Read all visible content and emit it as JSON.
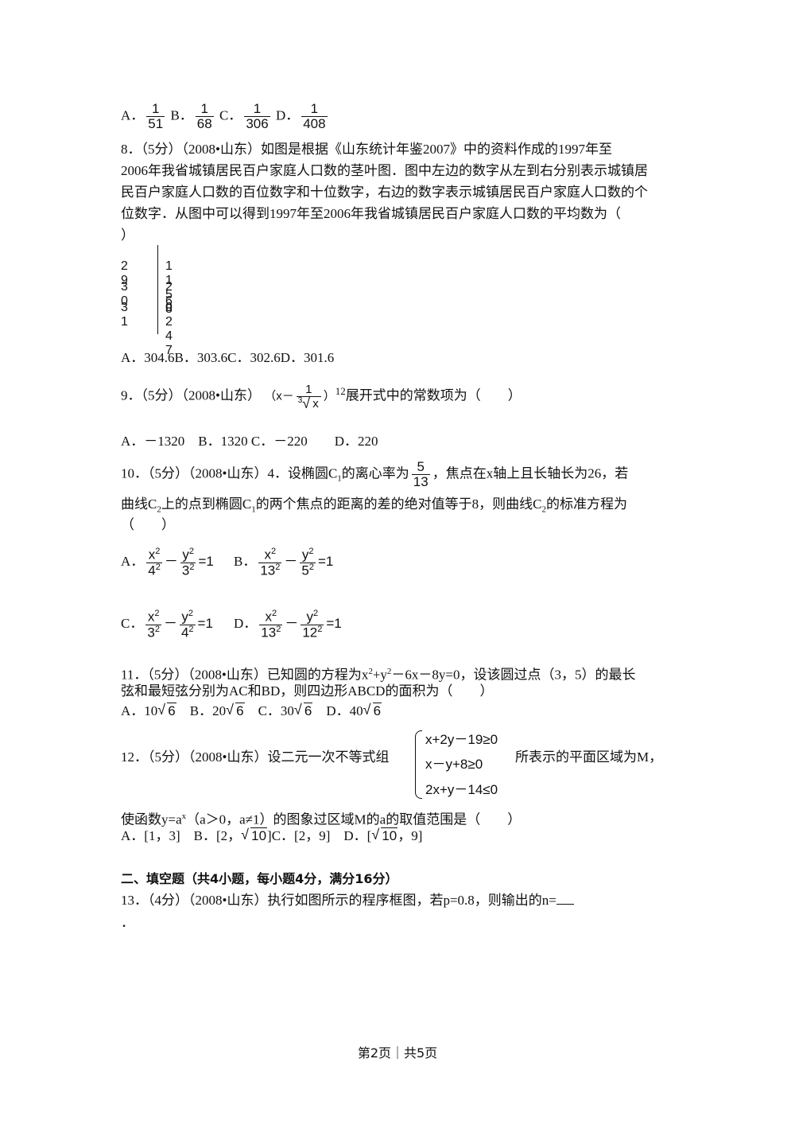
{
  "q7_options": {
    "a_label": "A．",
    "a_num": "1",
    "a_den": "51",
    "b_label": "B．",
    "b_num": "1",
    "b_den": "68",
    "c_label": "C．",
    "c_num": "1",
    "c_den": "306",
    "d_label": "D．",
    "d_num": "1",
    "d_den": "408"
  },
  "q8": {
    "line1": "8．（5分）（2008•山东）如图是根据《山东统计年鉴2007》中的资料作成的1997年至",
    "line2": "2006年我省城镇居民百户家庭人口数的茎叶图．图中左边的数字从左到右分别表示城镇居",
    "line3": "民百户家庭人口数的百位数字和十位数字，右边的数字表示城镇居民百户家庭人口数的个",
    "line4": "位数字．从图中可以得到1997年至2006年我省城镇居民百户家庭人口数的平均数为（",
    "line5": "）",
    "stem_rows": [
      {
        "stem": "2 9",
        "leaves": "1 1 5 8"
      },
      {
        "stem": "3 0",
        "leaves": "2 6"
      },
      {
        "stem": "3 1",
        "leaves": "0 2 4 7"
      }
    ],
    "options": "A．304.6B．303.6C．302.6D．301.6"
  },
  "q9": {
    "prefix": "9．（5分）（2008•山东）",
    "expr_open": "（x－",
    "frac_num": "1",
    "root_index": "3",
    "root_arg": "x",
    "expr_close": "）",
    "exponent": "12",
    "suffix": "展开式中的常数项为（　　）",
    "options": "A．－1320　B．1320 C．－220　　D．220"
  },
  "q10": {
    "line1_a": "10．（5分）（2008•山东）4．设椭圆C",
    "sub1": "1",
    "line1_b": "的离心率为",
    "ecc_num": "5",
    "ecc_den": "13",
    "line1_c": "，焦点在x轴上且长轴长为26，若",
    "line2_a": "曲线C",
    "sub2": "2",
    "line2_b": "上的点到椭圆C",
    "sub3": "1",
    "line2_c": "的两个焦点的距离的差的绝对值等于8，则曲线C",
    "sub4": "2",
    "line2_d": "的标准方程为",
    "line3": "（　　）",
    "opt_a_label": "A．",
    "opt_a": {
      "xn": "x",
      "xd": "4",
      "yn": "y",
      "yd": "3"
    },
    "opt_b_label": "B．",
    "opt_b": {
      "xn": "x",
      "xd": "13",
      "yn": "y",
      "yd": "5"
    },
    "opt_c_label": "C．",
    "opt_c": {
      "xn": "x",
      "xd": "3",
      "yn": "y",
      "yd": "4"
    },
    "opt_d_label": "D．",
    "opt_d": {
      "xn": "x",
      "xd": "13",
      "yn": "y",
      "yd": "12"
    },
    "sq": "2",
    "minus": "－",
    "eq": "=1"
  },
  "q11": {
    "line1_a": "11．（5分）（2008•山东）已知圆的方程为x",
    "sup1": "2",
    "line1_b": "+y",
    "sup2": "2",
    "line1_c": "－6x－8y=0，设该圆过点（3，5）的最长",
    "line2": "弦和最短弦分别为AC和BD，则四边形ABCD的面积为（　　）",
    "opt_a": "A．10",
    "opt_b": "B．20",
    "opt_c": "C．30",
    "opt_d": "D．40",
    "root_arg": "6"
  },
  "q12": {
    "prefix": "12．（5分）（2008•山东）设二元一次不等式组",
    "ineq1": "x+2y－19≥0",
    "ineq2": "x－y+8≥0",
    "ineq3": "2x+y－14≤0",
    "suffix": "所表示的平面区域为M，",
    "line2_a": "使函数y=a",
    "sup": "x",
    "line2_b": "（a＞0，a≠1）的图象过区域M的a的取值范围是（　　）",
    "opt_a": "A．[1，3]",
    "opt_b_a": "B．[2，",
    "opt_b_b": "]C．[2，9]",
    "opt_d_a": "D．[",
    "opt_d_b": "，9]",
    "root_arg": "10"
  },
  "section2": "二、填空题（共4小题，每小题4分，满分16分）",
  "q13": {
    "line1": "13．（4分）（2008•山东）执行如图所示的程序框图，若p=0.8，则输出的n=",
    "line2": "．"
  },
  "footer": "第2页｜共5页"
}
